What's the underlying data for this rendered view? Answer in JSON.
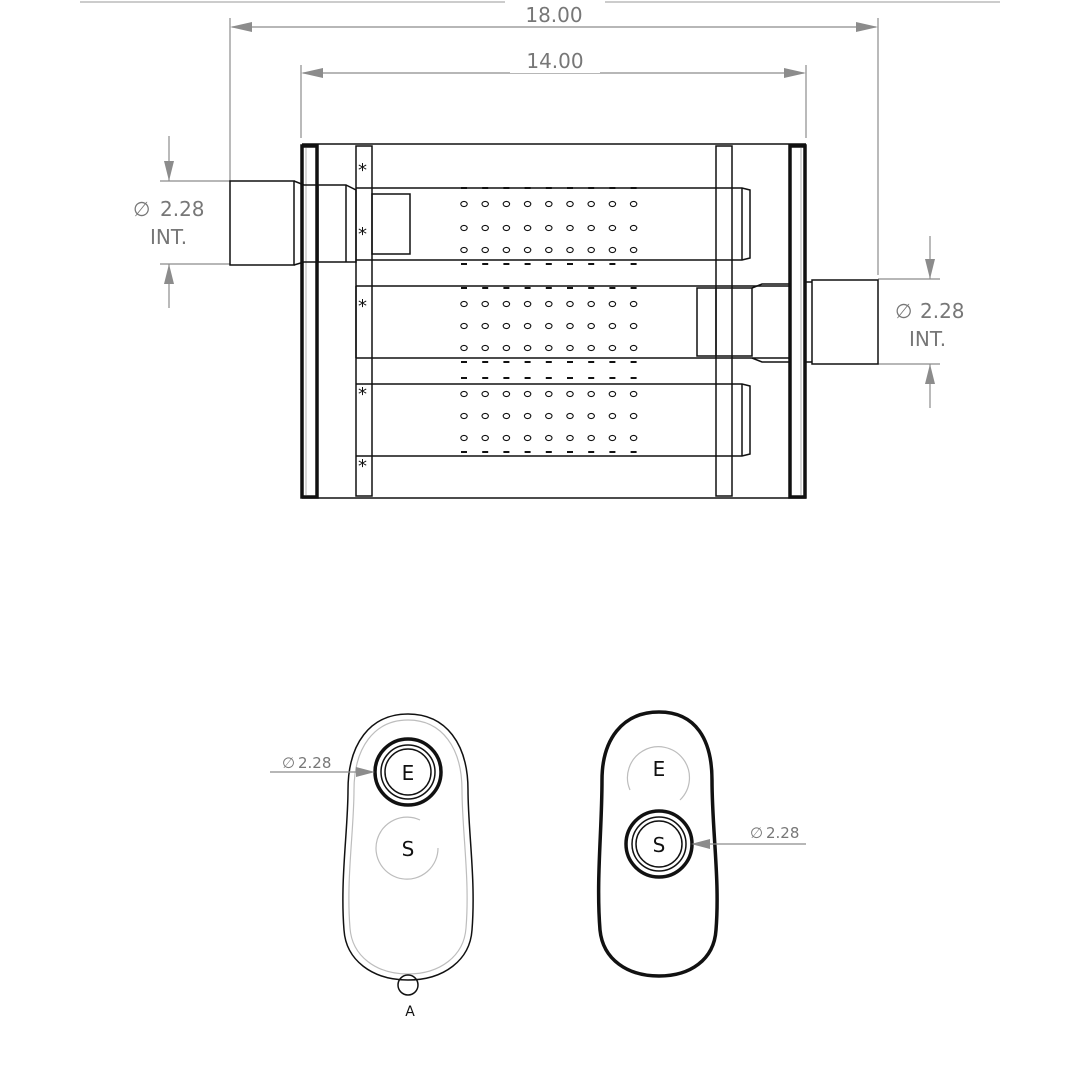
{
  "top_view": {
    "overall_length": "18.00",
    "body_length": "14.00",
    "inlet": {
      "diameter": "2.28",
      "note": "INT."
    },
    "outlet": {
      "diameter": "2.28",
      "note": "INT."
    },
    "weld_mark": "*"
  },
  "end_view_inlet": {
    "port_upper": "E",
    "port_lower": "S",
    "diameter": "2.28",
    "detail_label": "A"
  },
  "end_view_outlet": {
    "port_upper": "E",
    "port_lower": "S",
    "diameter": "2.28"
  },
  "symbols": {
    "diameter": "∅"
  }
}
